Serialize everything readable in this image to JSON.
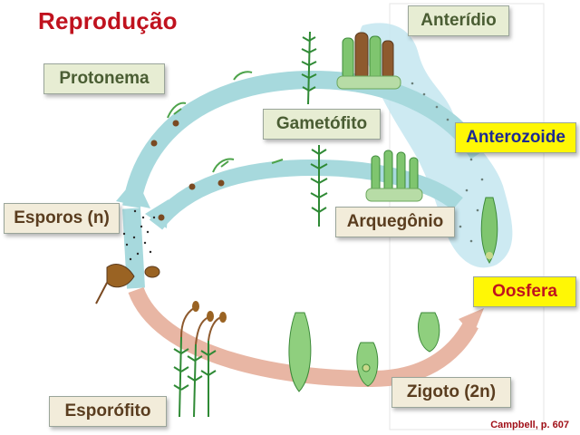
{
  "title": "Reprodução",
  "labels": {
    "anteridio": "Anterídio",
    "protonema": "Protonema",
    "gametofito": "Gametófito",
    "anterozoide": "Anterozoide",
    "esporos": "Esporos (n)",
    "arquegonio": "Arquegônio",
    "oosfera": "Oosfera",
    "zigoto": "Zigoto (2n)",
    "esporofito": "Esporófito"
  },
  "credit": "Campbell, p. 607",
  "colors": {
    "title": "#c0121e",
    "haploid_arrow": "#a7d9dd",
    "diploid_arrow": "#e8b6a4",
    "water": "#bfe5ef",
    "green_label_bg": "#e7edd3",
    "brown_label_bg": "#f2ecda",
    "yellow_label_bg": "#fff705",
    "moss_green": "#3d9a3f",
    "capsule_brown": "#9a6323"
  }
}
